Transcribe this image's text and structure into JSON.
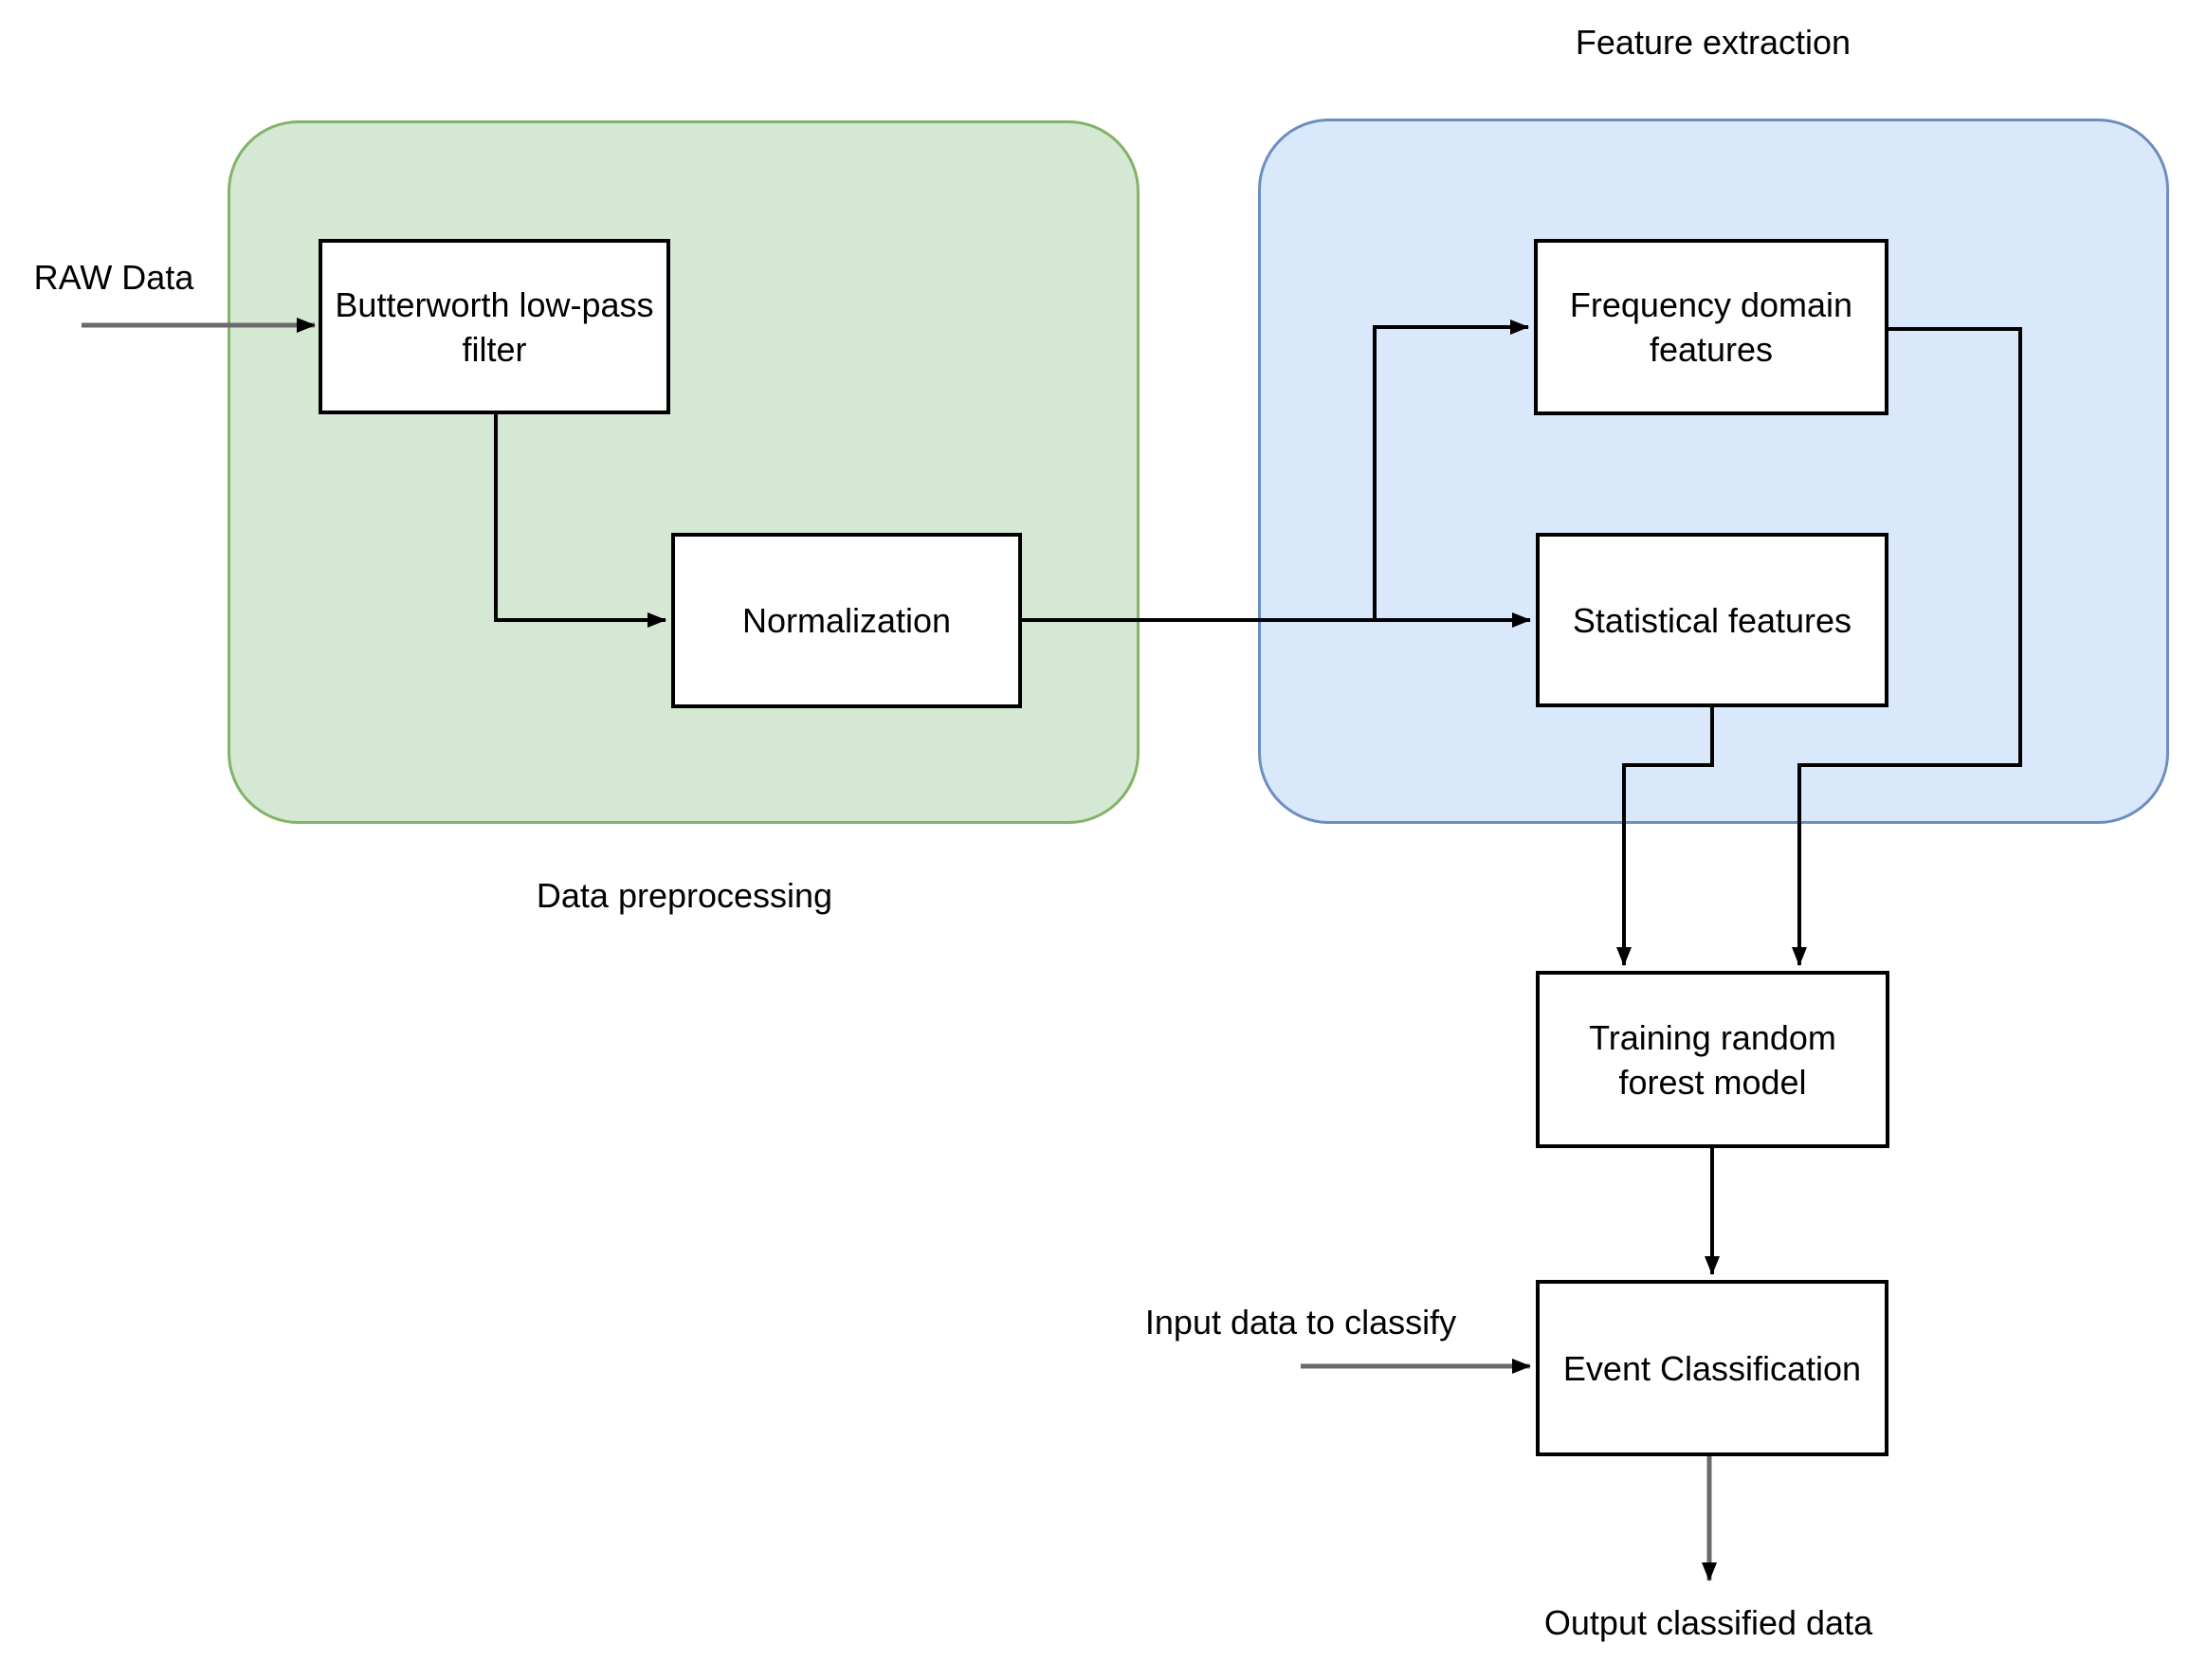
{
  "diagram": {
    "containers": [
      {
        "id": "data-preprocessing",
        "label": "Data preprocessing",
        "fill": "#d5e8d4",
        "stroke": "#82b366",
        "label_position": "below"
      },
      {
        "id": "feature-extraction",
        "label": "Feature extraction",
        "fill": "#dae8fc",
        "stroke": "#6c8ebf",
        "label_position": "above"
      }
    ],
    "nodes": [
      {
        "id": "butterworth",
        "label": "Butterworth low-pass filter",
        "group": "data-preprocessing"
      },
      {
        "id": "normalization",
        "label": "Normalization",
        "group": "data-preprocessing"
      },
      {
        "id": "frequency",
        "label": "Frequency domain features",
        "group": "feature-extraction"
      },
      {
        "id": "statistical",
        "label": "Statistical features",
        "group": "feature-extraction"
      },
      {
        "id": "training",
        "label": "Training random forest model",
        "group": null
      },
      {
        "id": "event",
        "label": "Event Classification",
        "group": null
      }
    ],
    "external_labels": [
      {
        "id": "raw-data",
        "text": "RAW Data"
      },
      {
        "id": "input-data",
        "text": "Input data to classify"
      },
      {
        "id": "output-data",
        "text": "Output classified data"
      }
    ],
    "edges": [
      {
        "from": "RAW Data",
        "to": "Butterworth low-pass filter",
        "style": "gray"
      },
      {
        "from": "Butterworth low-pass filter",
        "to": "Normalization",
        "style": "black"
      },
      {
        "from": "Normalization",
        "to": "Frequency domain features",
        "style": "black"
      },
      {
        "from": "Normalization",
        "to": "Statistical features",
        "style": "black"
      },
      {
        "from": "Frequency domain features",
        "to": "Training random forest model",
        "style": "black"
      },
      {
        "from": "Statistical features",
        "to": "Training random forest model",
        "style": "black"
      },
      {
        "from": "Training random forest model",
        "to": "Event Classification",
        "style": "black"
      },
      {
        "from": "Input data to classify",
        "to": "Event Classification",
        "style": "gray"
      },
      {
        "from": "Event Classification",
        "to": "Output classified data",
        "style": "gray"
      }
    ],
    "colors": {
      "green_fill": "#d5e8d4",
      "green_stroke": "#82b366",
      "blue_fill": "#dae8fc",
      "blue_stroke": "#6c8ebf",
      "node_fill": "#ffffff",
      "node_stroke": "#000000",
      "connector": "#000000",
      "external_arrow": "#6b6b6b",
      "arrowhead": "#000000"
    }
  }
}
